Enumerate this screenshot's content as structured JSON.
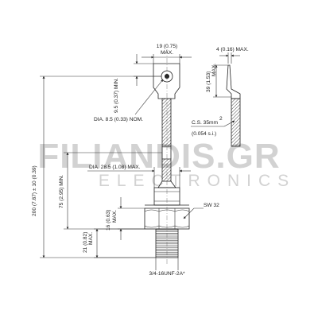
{
  "watermark": {
    "brand": "FILIANDIS.GR",
    "sub": "ELECTRONICS"
  },
  "dimensions": {
    "lug_width": "19 (0.75)",
    "lug_width_max": "MAX.",
    "lug_hole_offset": "9.5 (0.37) MIN.",
    "hole_dia": "DIA. 8.5 (0.33) NOM.",
    "overall_length": "200 (7.87) ± 10 (0.39)",
    "lead_length": "75 (2.95) MIN.",
    "sleeve_dia": "DIA. 28.5 (1.08) MAX.",
    "hex_height": "16 (0.63)",
    "hex_height_max": "MAX.",
    "stud_length": "21 (0.82)",
    "stud_length_max": "MAX.",
    "hex_size": "SW 32",
    "thread": "3/4-16UNF-2A*",
    "tip_width": "4 (0.16) MAX.",
    "side_height": "39 (1.53)",
    "side_height_max": "MAX.",
    "cross_section": "C.S. 35mm",
    "cross_section_sup": "2",
    "cross_section_in": "(0.054 s.i.)"
  }
}
